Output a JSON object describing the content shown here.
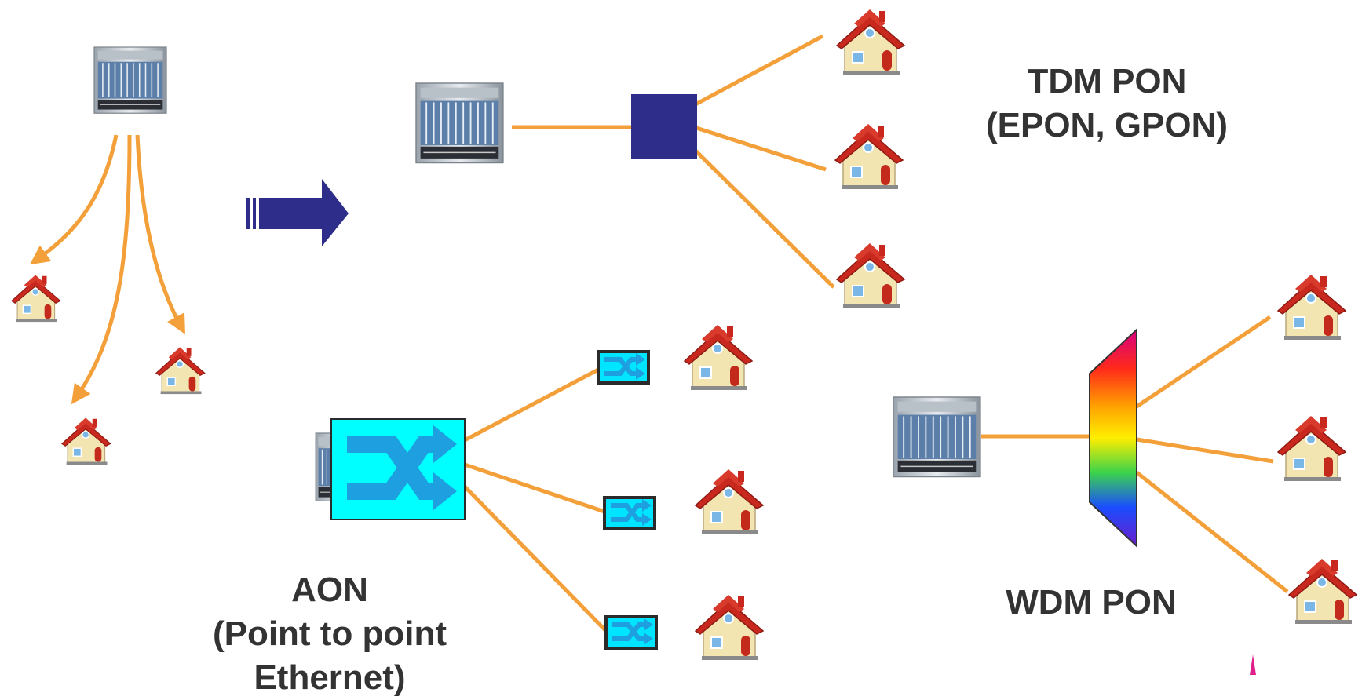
{
  "labels": {
    "tdm_pon": {
      "line1": "TDM PON",
      "line2": "(EPON, GPON)"
    },
    "aon": {
      "line1": "AON",
      "line2": "(Point to point",
      "line3": "Ethernet)"
    },
    "wdm_pon": {
      "line1": "WDM PON"
    }
  },
  "colors": {
    "fiber": "#f4a03a",
    "splitter": "#2e2e8a",
    "switch_fill": "#00ffff",
    "switch_arrow": "#1e9fe0",
    "roof": "#c8281e",
    "wall": "#f3e5b2",
    "door": "#c42a1c",
    "label_text": "#333333"
  },
  "icons": {
    "olt": "rack-server-icon",
    "home": "house-icon",
    "splitter": "passive-splitter-icon",
    "switch": "ethernet-switch-icon",
    "wdm": "wdm-mux-icon",
    "arrow": "transition-arrow-icon"
  }
}
